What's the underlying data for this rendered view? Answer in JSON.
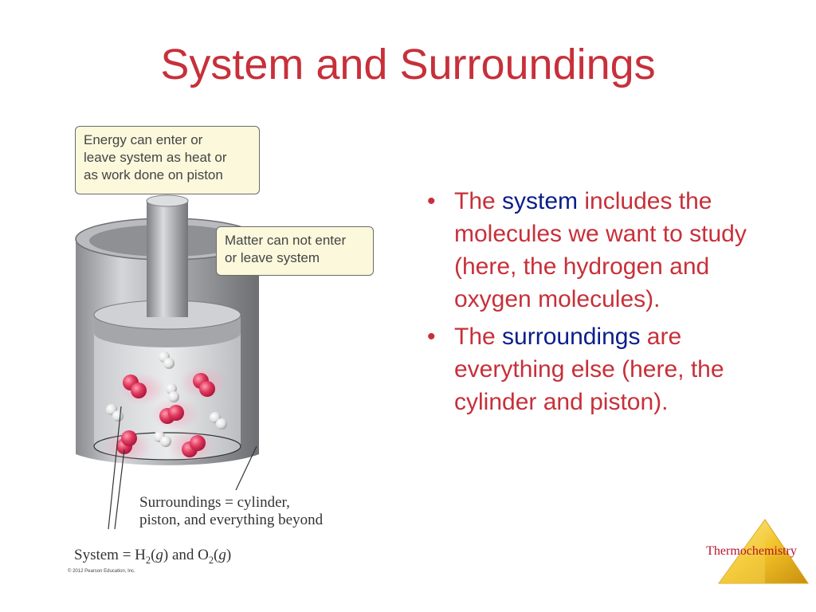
{
  "slide": {
    "title": "System and Surroundings"
  },
  "figure": {
    "callout_energy": [
      "Energy can enter or",
      "leave system as heat or",
      "as work done on piston"
    ],
    "callout_matter": [
      "Matter can not enter",
      "or leave system"
    ],
    "surroundings_label": [
      "Surroundings = cylinder,",
      "piston, and everything beyond"
    ],
    "system_label": {
      "prefix": "System = H",
      "sub1": "2",
      "mid1": "(",
      "g1": "g",
      "mid2": ") and O",
      "sub2": "2",
      "mid3": "(",
      "g2": "g",
      "end": ")"
    },
    "copyright": "© 2012 Pearson Education, Inc."
  },
  "bullets": [
    {
      "pre": "The ",
      "highlight": "system",
      "post": " includes the molecules we want to study (here, the hydrogen and oxygen molecules)."
    },
    {
      "pre": "The ",
      "highlight": "surroundings",
      "post": " are everything else (here, the cylinder and piston)."
    }
  ],
  "badge": {
    "label": "Thermochemistry"
  },
  "colors": {
    "title": "#c7303a",
    "highlight": "#0b1e8a",
    "callout_bg": "#fbf8dc",
    "badge_gold": "#f0c020"
  }
}
